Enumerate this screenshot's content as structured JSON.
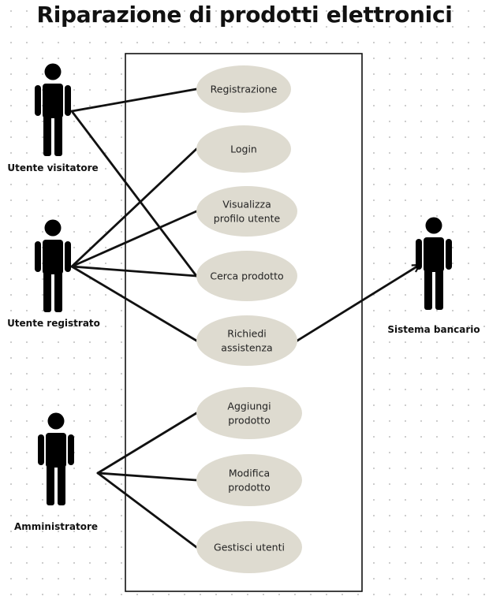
{
  "title": "Riparazione di prodotti elettronici",
  "colors": {
    "background": "#ffffff",
    "grid_dot": "#c9c9c9",
    "usecase_fill": "#dedbd0",
    "actor": "#000000",
    "line": "#111111"
  },
  "actors": [
    {
      "id": "visitor",
      "label": "Utente visitatore"
    },
    {
      "id": "registered",
      "label": "Utente registrato"
    },
    {
      "id": "admin",
      "label": "Amministratore"
    },
    {
      "id": "bank",
      "label": "Sistema bancario"
    }
  ],
  "use_cases": [
    {
      "id": "registrazione",
      "lines": [
        "Registrazione"
      ]
    },
    {
      "id": "login",
      "lines": [
        "Login"
      ]
    },
    {
      "id": "profilo",
      "lines": [
        "Visualizza",
        "profilo utente"
      ]
    },
    {
      "id": "cerca",
      "lines": [
        "Cerca prodotto"
      ]
    },
    {
      "id": "assistenza",
      "lines": [
        "Richiedi",
        "assistenza"
      ]
    },
    {
      "id": "aggiungi",
      "lines": [
        "Aggiungi",
        "prodotto"
      ]
    },
    {
      "id": "modifica",
      "lines": [
        "Modifica",
        "prodotto"
      ]
    },
    {
      "id": "gestisci",
      "lines": [
        "Gestisci utenti"
      ]
    }
  ],
  "associations": [
    {
      "from": "visitor",
      "to": "registrazione"
    },
    {
      "from": "visitor",
      "to": "cerca"
    },
    {
      "from": "registered",
      "to": "login"
    },
    {
      "from": "registered",
      "to": "profilo"
    },
    {
      "from": "registered",
      "to": "cerca"
    },
    {
      "from": "registered",
      "to": "assistenza"
    },
    {
      "from": "admin",
      "to": "aggiungi"
    },
    {
      "from": "admin",
      "to": "modifica"
    },
    {
      "from": "admin",
      "to": "gestisci"
    },
    {
      "from": "assistenza",
      "to": "bank",
      "arrow": true
    }
  ]
}
